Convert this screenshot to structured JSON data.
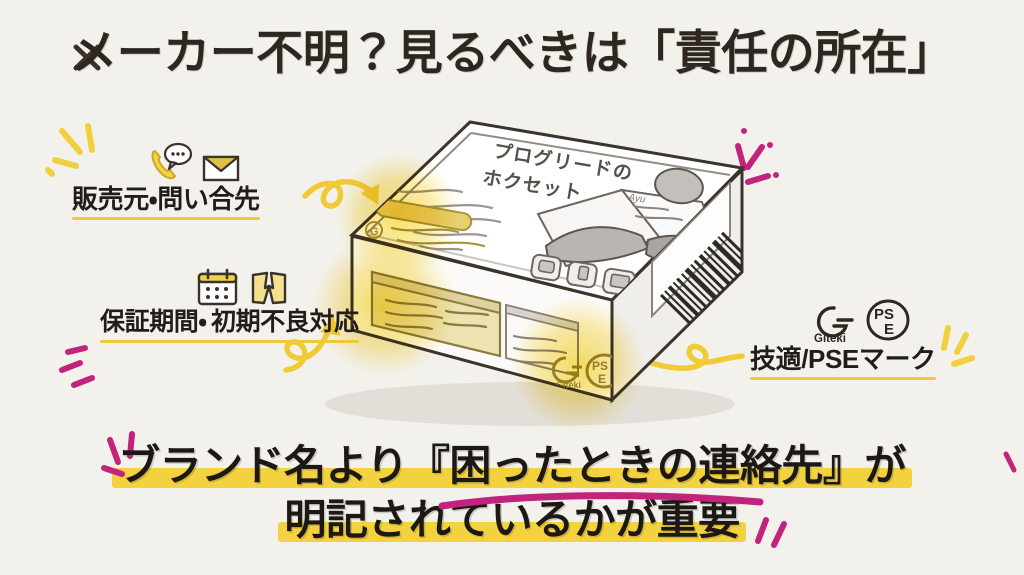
{
  "page": {
    "background_color": "#f3f1ec",
    "accent_yellow": "#f0cd3c",
    "accent_pink": "#c2237d",
    "ink": "#2e2620"
  },
  "title": "メーカー不明？見るべきは「責任の所在」",
  "callouts": [
    {
      "id": "seller",
      "label": "販売元・問い合先",
      "icons": [
        "phone-speech-bubble-icon",
        "envelope-icon"
      ]
    },
    {
      "id": "warranty",
      "label_line1": "保証期間・",
      "label_line2": "初期不良対応",
      "icons": [
        "calendar-icon",
        "broken-item-icon"
      ]
    },
    {
      "id": "marks",
      "label": "技適/PSEマーク",
      "icons": [
        "giteki-icon",
        "pse-icon"
      ],
      "giteki_text": "Giteki",
      "pse_text_top": "PS",
      "pse_text_bottom": "E"
    }
  ],
  "illustration": {
    "name": "product-box-illustration",
    "box_title_line1": "プログリードの",
    "box_title_line2": "ホクセット",
    "features": [
      "barcode",
      "giteki-mark",
      "pse-mark",
      "spec-label-panel",
      "warranty-label-panel",
      "round-badge"
    ],
    "highlight_color": "#f7e27a"
  },
  "bottom_message": {
    "line1": "ブランド名より『困ったときの連絡先』が",
    "line2": "明記されているかが重要",
    "highlight_color": "#f2d23f",
    "underline_color": "#c2237d"
  }
}
